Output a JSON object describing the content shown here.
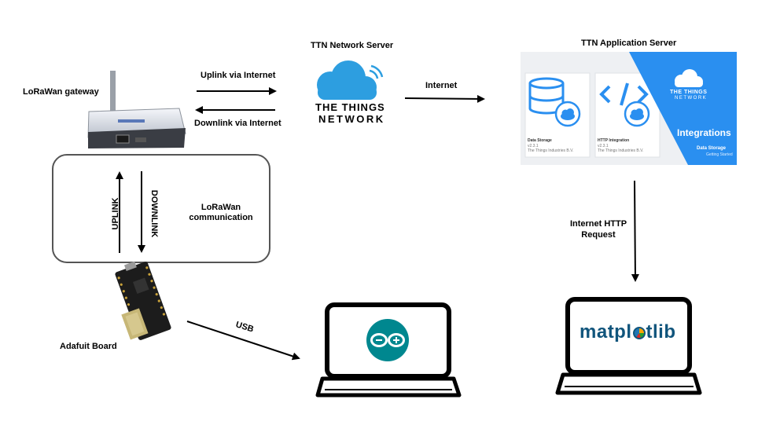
{
  "labels": {
    "gateway": "LoRaWan gateway",
    "network_server": "TTN Network Server",
    "application_server": "TTN Application Server",
    "uplink_internet": "Uplink via Internet",
    "downlink_internet": "Downlink via Internet",
    "internet": "Internet",
    "uplink": "UPLINK",
    "downlink": "DOWNLINK",
    "lorawan_comm": "LoRaWan\ncommunication",
    "board": "Adafuit Board",
    "usb": "USB",
    "http_request": "Internet HTTP\nRequest"
  },
  "ttn_logo": {
    "line1": "THE THINGS",
    "line2": "NETWORK"
  },
  "integrations": {
    "card1_title": "Data Storage",
    "card1_version": "v2.3.1",
    "card1_vendor": "The Things Industries B.V.",
    "card2_title": "HTTP Integration",
    "card2_version": "v2.3.1",
    "card2_vendor": "The Things Industries B.V.",
    "logo_line1": "THE THINGS",
    "logo_line2": "NETWORK",
    "heading": "Integrations",
    "sub1": "Data Storage",
    "sub2": "Getting Started"
  },
  "matplotlib_logo": {
    "part1": "matpl",
    "part2": "tlib"
  },
  "colors": {
    "ttn_blue": "#2d9ee0",
    "integrations_blue": "#2a8ff0",
    "arduino_teal": "#00878f",
    "matplotlib_blue": "#11557c"
  }
}
